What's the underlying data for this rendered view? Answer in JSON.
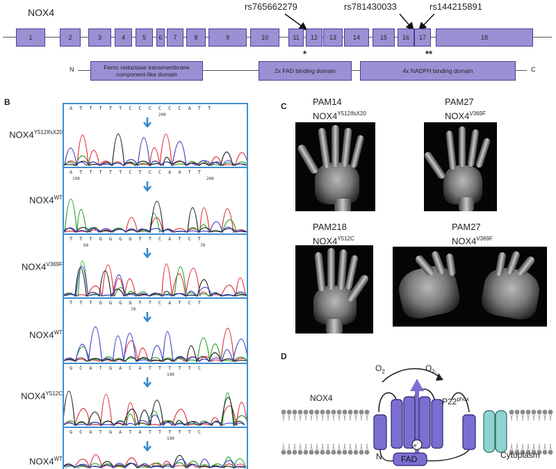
{
  "gene_map": {
    "title": "NOX4",
    "exons": [
      "1",
      "2",
      "3",
      "4",
      "5",
      "6",
      "7",
      "8",
      "9",
      "10",
      "11",
      "12",
      "13",
      "14",
      "15",
      "16",
      "17",
      "18"
    ],
    "snps": [
      "rs765662279",
      "rs781430033",
      "rs144215891"
    ],
    "stars": [
      "*",
      "**"
    ],
    "protein": {
      "n_term": "N",
      "c_term": "C",
      "domains": [
        "Ferric reductase transmembrane component-like domain",
        "2x FAD binding domain",
        "4x NADPH binding domain"
      ]
    }
  },
  "panel_b": {
    "letter": "B",
    "tracks": [
      {
        "genotype": "NOX4",
        "variant": "Y512IfsX20",
        "sequence": "ATTTTTCCCCCCATT",
        "positions": [
          "200"
        ]
      },
      {
        "genotype": "NOX4",
        "variant": "WT",
        "sequence": "ATTTTTCTCCAATT",
        "positions": [
          "190",
          "200"
        ]
      },
      {
        "genotype": "NOX4",
        "variant": "V369F",
        "sequence": "TTTGGGGTTCATCT",
        "positions": [
          "60",
          "70"
        ]
      },
      {
        "genotype": "NOX4",
        "variant": "WT",
        "sequence": "TTTGGGGTTCATCT",
        "positions": [
          "70"
        ]
      },
      {
        "genotype": "NOX4",
        "variant": "Y512C",
        "sequence": "GCATGACATTTTTC",
        "positions": [
          "190"
        ]
      },
      {
        "genotype": "NOX4",
        "variant": "WT",
        "sequence": "GCATGATATTTTTC",
        "positions": [
          "190"
        ]
      }
    ]
  },
  "panel_c": {
    "letter": "C",
    "radiographs": [
      {
        "patient": "PAM14",
        "genotype": "NOX4",
        "variant": "Y512IfsX20"
      },
      {
        "patient": "PAM27",
        "genotype": "NOX4",
        "variant": "V369F"
      },
      {
        "patient": "PAM218",
        "genotype": "NOX4",
        "variant": "Y512C"
      },
      {
        "patient": "PAM27",
        "genotype": "NOX4",
        "variant": "V369F"
      }
    ]
  },
  "panel_d": {
    "letter": "D",
    "o2": "O",
    "o2_sub": "2",
    "superoxide": "O",
    "superoxide_sub": "2-",
    "nox4": "NOX4",
    "p22": "P22",
    "p22_sup": "phox",
    "electron": "e",
    "electron_sup": "-",
    "n_term": "N",
    "fad": "FAD",
    "cytoplasm": "Cytoplasm"
  },
  "colors": {
    "exon_fill": "#9b90d4",
    "exon_border": "#4b3f90",
    "frame_blue": "#3d8fd3",
    "arrow_blue": "#2f86d1",
    "trace_a": "#2aa02a",
    "trace_c": "#4040c8",
    "trace_g": "#222222",
    "trace_t": "#e0303a",
    "p22_fill": "#8fd3cf",
    "nox_fill": "#7a6fd0"
  }
}
